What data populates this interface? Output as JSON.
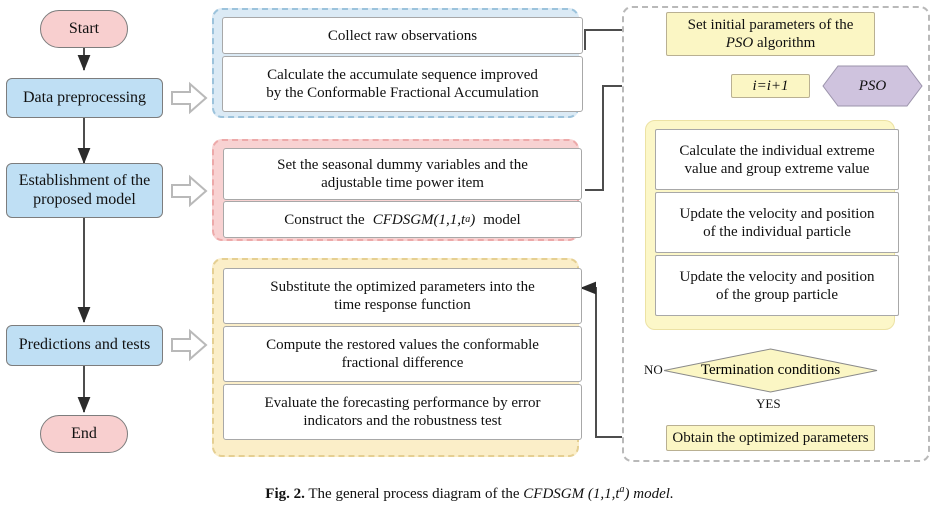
{
  "figure": {
    "caption_prefix": "Fig. 2.",
    "caption_text": "The general process diagram of the",
    "caption_model": "CFDSGM (1,1,t",
    "caption_sup": "a",
    "caption_suffix": ") model."
  },
  "left_column": {
    "start": "Start",
    "end": "End",
    "stages": [
      {
        "label": "Data preprocessing"
      },
      {
        "label_line1": "Establishment of the",
        "label_line2": "proposed model"
      },
      {
        "label": "Predictions and tests"
      }
    ]
  },
  "middle_column": {
    "group_blue": {
      "steps": [
        {
          "text": "Collect raw observations"
        },
        {
          "line1": "Calculate the accumulate sequence improved",
          "line2": "by the Conformable Fractional Accumulation"
        }
      ]
    },
    "group_pink": {
      "steps": [
        {
          "line1": "Set the seasonal dummy variables and the",
          "line2": "adjustable time power item"
        },
        {
          "prefix": "Construct the",
          "model": "CFDSGM(1,1,t",
          "sup": "a",
          "suffix": ")",
          "tail": "model"
        }
      ]
    },
    "group_cream": {
      "steps": [
        {
          "line1": "Substitute the optimized parameters into the",
          "line2": "time response function"
        },
        {
          "line1": "Compute the restored values the conformable",
          "line2": "fractional difference"
        },
        {
          "line1": "Evaluate the forecasting performance by error",
          "line2": "indicators and the robustness test"
        }
      ]
    }
  },
  "right_column": {
    "init_box": {
      "line1": "Set initial parameters of the",
      "line2_italic": "PSO",
      "line2_rest": "algorithm"
    },
    "counter_box": {
      "text": "i=i+1"
    },
    "hex_badge": {
      "label": "PSO"
    },
    "pso_steps": [
      {
        "line1": "Calculate the individual extreme",
        "line2": "value and group extreme value"
      },
      {
        "line1": "Update the velocity and position",
        "line2": "of the individual particle"
      },
      {
        "line1": "Update the velocity and position",
        "line2": "of the group particle"
      }
    ],
    "decision": {
      "label": "Termination conditions"
    },
    "branch_no": "NO",
    "branch_yes": "YES",
    "result_box": {
      "text": "Obtain the optimized parameters"
    }
  },
  "colors": {
    "pill_fill": "#f8cfcf",
    "stage_fill": "#bfdff4",
    "group_blue_fill": "#dbeaf5",
    "group_pink_fill": "#f8d2d2",
    "group_cream_fill": "#fbeec8",
    "yellow_fill": "#fbf6c4",
    "hex_fill": "#cfc3de",
    "line": "#4d4d4d"
  }
}
